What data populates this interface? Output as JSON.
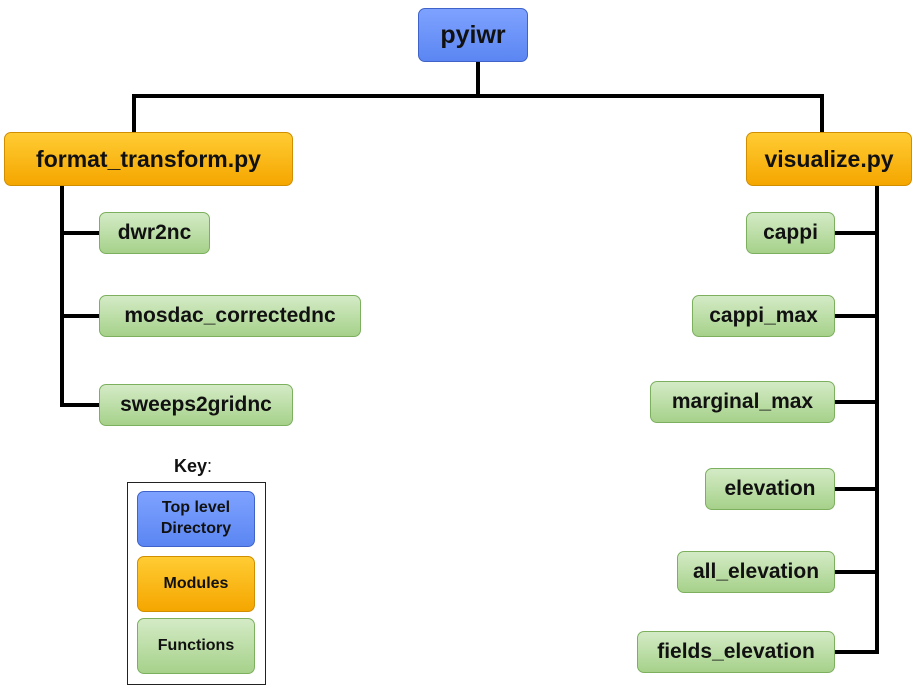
{
  "root": {
    "label": "pyiwr",
    "color": "#6a92fa"
  },
  "modules": [
    {
      "label": "format_transform.py",
      "functions": [
        "dwr2nc",
        "mosdac_correctednc",
        "sweeps2gridnc"
      ]
    },
    {
      "label": "visualize.py",
      "functions": [
        "cappi",
        "cappi_max",
        "marginal_max",
        "elevation",
        "all_elevation",
        "fields_elevation"
      ]
    }
  ],
  "key": {
    "title": "Key",
    "colon": ":",
    "items": [
      {
        "label": "Top level Directory",
        "kind": "directory",
        "color": "#6a92fa"
      },
      {
        "label": "Modules",
        "kind": "module",
        "color": "#fbb812"
      },
      {
        "label": "Functions",
        "kind": "function",
        "color": "#b5dba0"
      }
    ]
  }
}
